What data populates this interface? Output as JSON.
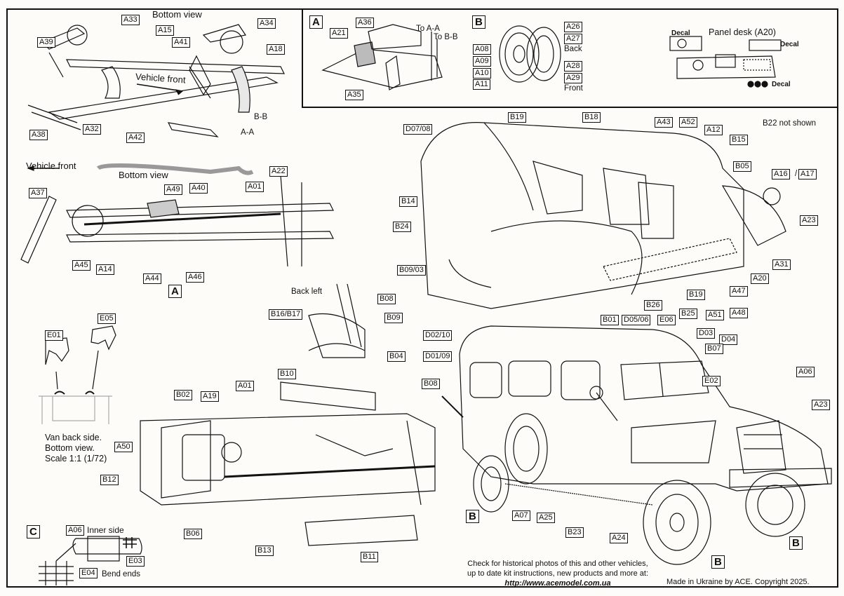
{
  "document": {
    "type": "Model kit assembly instructions",
    "colors": {
      "ink": "#111111",
      "paper": "#fdfcf8",
      "shade": "#b5b5b5"
    }
  },
  "views": {
    "bottom_view_top": "Bottom view",
    "vehicle_front_1": "Vehicle front",
    "bottom_view_2": "Bottom view",
    "vehicle_front_2": "Vehicle front",
    "b22_note": "B22 not shown",
    "back_left": "Back left",
    "van_back_lines": [
      "Van back side.",
      "Bottom view.",
      "Scale 1:1 (1/72)"
    ],
    "section_markers": {
      "a_a": "A-A",
      "b_b": "B-B",
      "to_a_a": "To A-A",
      "to_b_b": "To B-B"
    }
  },
  "inset_a": {
    "marker": "A",
    "parts": [
      "A36",
      "A21",
      "A35"
    ]
  },
  "inset_b": {
    "marker": "B",
    "wheel_parts": [
      "A08",
      "A09",
      "A10",
      "A11"
    ],
    "back_parts": [
      "A26",
      "A27"
    ],
    "back_label": "Back",
    "front_parts": [
      "A28",
      "A29"
    ],
    "front_label": "Front"
  },
  "panel_desk": {
    "title": "Panel desk (A20)",
    "decal_1": "Decal",
    "decal_2": "Decal",
    "decal_3": "Decal"
  },
  "chassis_top_labels": [
    "A33",
    "A15",
    "A34",
    "A39",
    "A41",
    "A18",
    "A38",
    "A32",
    "A42"
  ],
  "chassis_mid_labels": [
    "A37",
    "A49",
    "A40",
    "A01",
    "A22",
    "A45",
    "A14",
    "A44",
    "A46"
  ],
  "chassis_mid_marker": "A",
  "body_interior_labels": [
    "D07/08",
    "B19",
    "B18",
    "A43",
    "A52",
    "A12",
    "B15",
    "B05",
    "A16",
    "A17",
    "A23",
    "B14",
    "B24",
    "A31",
    "A20",
    "B09/03",
    "B26",
    "B19",
    "B25",
    "A51",
    "A47",
    "A48"
  ],
  "back_left_labels": [
    "B08",
    "B16/B17",
    "B09",
    "B04"
  ],
  "fender_labels": [
    "E01",
    "E05"
  ],
  "rear_chassis_labels": [
    "B10",
    "B02",
    "A19",
    "A01",
    "A50",
    "B12",
    "B06",
    "B13",
    "B11"
  ],
  "exterior_labels": [
    "B01",
    "D05/06",
    "E06",
    "D02/10",
    "D03",
    "D04",
    "D01/09",
    "B07",
    "B08",
    "E02",
    "A06",
    "A23",
    "A07",
    "A25",
    "B23",
    "A24"
  ],
  "wheel_markers": [
    "B",
    "B",
    "B"
  ],
  "inset_c": {
    "marker": "C",
    "a06": "A06",
    "inner_side": "Inner side",
    "e03": "E03",
    "e04": "E04",
    "bend_ends": "Bend ends"
  },
  "footer": {
    "line1": "Check for historical photos of this and  other vehicles,",
    "line2": "up to date kit instructions, new products and more at:",
    "url": "http://www.acemodel.com.ua",
    "copyright": "Made in Ukraine by ACE. Copyright 2025."
  }
}
